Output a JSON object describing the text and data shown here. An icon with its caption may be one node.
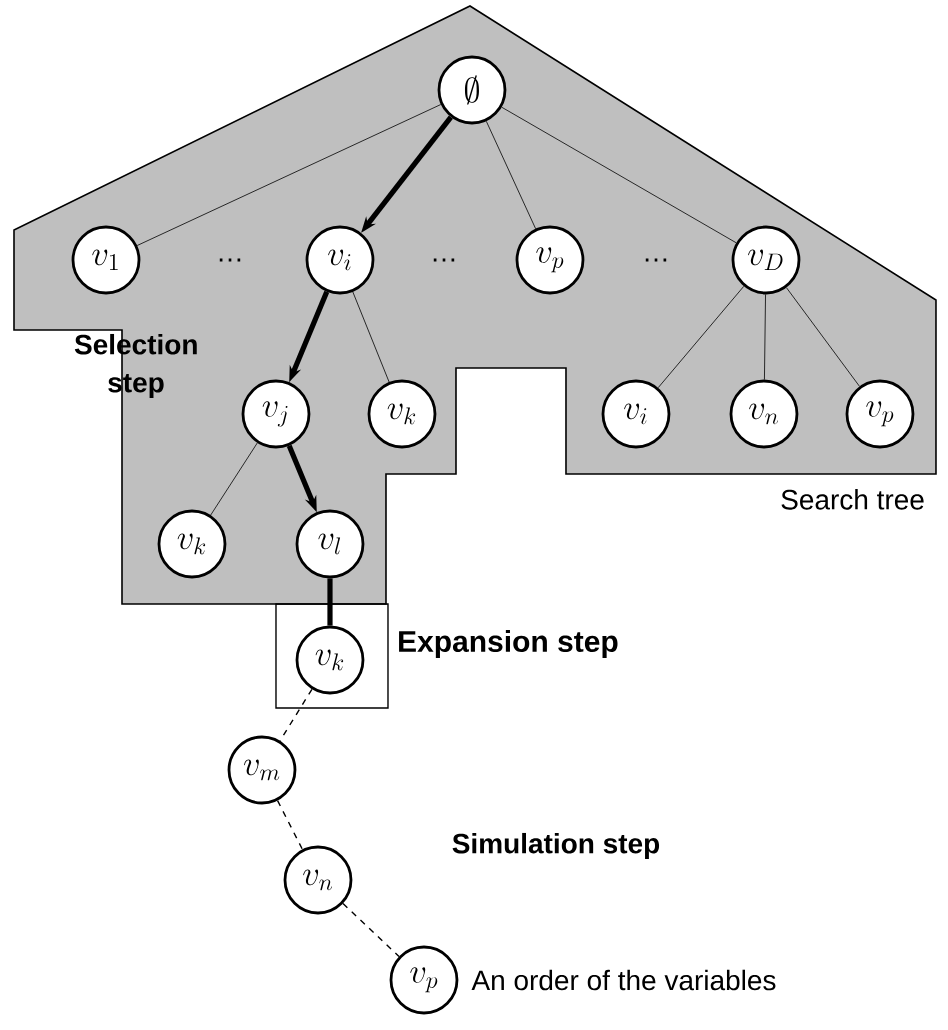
{
  "diagram": {
    "nodes": [
      {
        "text": [
          "Search tree"
        ]
      },
      {
        "text": [
          "\\emptyset"
        ],
        "in": 0
      },
      {
        "text": [
          "v_{1}"
        ],
        "in": 0
      },
      {
        "text": [
          "v_{i}"
        ],
        "in": 0
      },
      {
        "text": [
          "v_{p}"
        ],
        "in": 0
      },
      {
        "text": [
          "v_{D}"
        ],
        "in": 0
      },
      {
        "text": [
          "v_{j}"
        ],
        "in": 0
      },
      {
        "text": [
          "v_{k}"
        ],
        "in": 0
      },
      {
        "text": [
          "v_{i}"
        ],
        "in": 0
      },
      {
        "text": [
          "v_{n}"
        ],
        "in": 0
      },
      {
        "text": [
          "v_{p}"
        ],
        "in": 0
      },
      {
        "text": [
          "v_{k}"
        ],
        "in": 0
      },
      {
        "text": [
          "v_{l}"
        ],
        "in": 0
      },
      {
        "text": [
          "Expansion step"
        ]
      },
      {
        "text": [
          "v_{k}"
        ],
        "in": 13
      },
      {
        "text": [
          "v_{m}"
        ]
      },
      {
        "text": [
          "v_{n}"
        ]
      },
      {
        "text": [
          "v_{p}"
        ],
        "beside": [
          "An order of the variables"
        ]
      }
    ],
    "edges": [
      {
        "from": 1,
        "to": 2,
        "arrow": "none"
      },
      {
        "from": 1,
        "to": 3,
        "arrow": "to",
        "style": "thick"
      },
      {
        "from": 1,
        "to": 4,
        "arrow": "none"
      },
      {
        "from": 1,
        "to": 5,
        "arrow": "none"
      },
      {
        "from": 3,
        "to": 6,
        "arrow": "to",
        "style": "thick"
      },
      {
        "from": 3,
        "to": 7,
        "arrow": "none"
      },
      {
        "from": 5,
        "to": 8,
        "arrow": "none"
      },
      {
        "from": 5,
        "to": 9,
        "arrow": "none"
      },
      {
        "from": 5,
        "to": 10,
        "arrow": "none"
      },
      {
        "from": 6,
        "to": 11,
        "arrow": "none"
      },
      {
        "from": 6,
        "to": 12,
        "arrow": "to",
        "style": "thick"
      },
      {
        "from": 12,
        "to": 14,
        "arrow": "none",
        "style": "thick"
      },
      {
        "from": 14,
        "to": 15,
        "arrow": "none",
        "style": "dashed"
      },
      {
        "from": 15,
        "to": 16,
        "arrow": "none",
        "style": "dashed"
      },
      {
        "from": 16,
        "to": 17,
        "arrow": "none",
        "style": "dashed"
      }
    ],
    "labels": [
      "…",
      "…",
      "…",
      "Selection step",
      "Simulation step"
    ]
  }
}
